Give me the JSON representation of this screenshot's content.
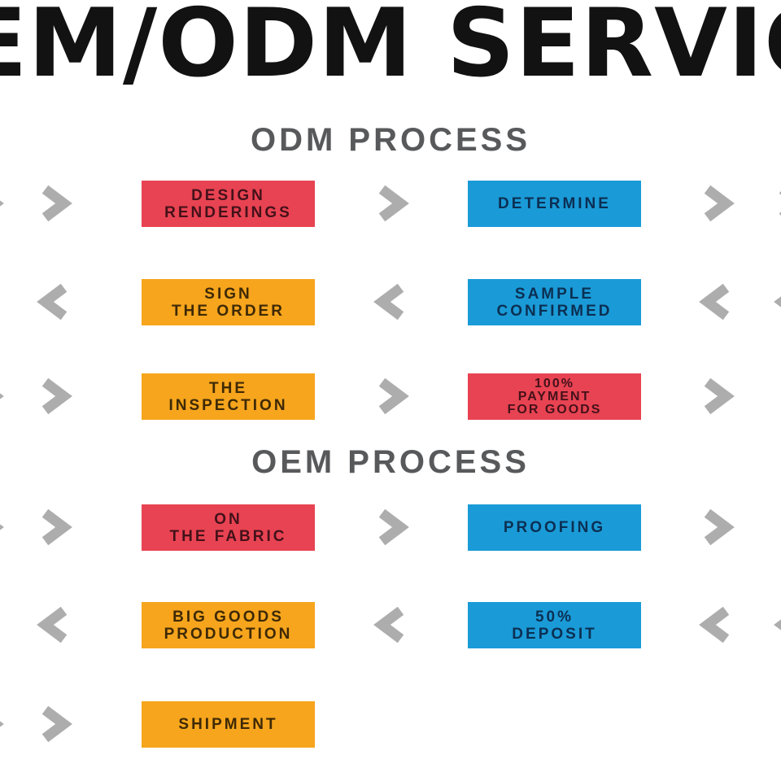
{
  "page": {
    "title": "OEM/ODM SERVICE"
  },
  "colors": {
    "step_red": "#E84352",
    "step_orange": "#F6A51D",
    "step_blue": "#1A9BD7",
    "chevron_gray": "#ADADAD",
    "heading_gray": "#58595B",
    "title_black": "#121212"
  },
  "icons": {
    "chevron_right": "❯",
    "chevron_left": "❮"
  },
  "sections": [
    {
      "heading": "ODM PROCESS",
      "rows": [
        {
          "direction": "right",
          "steps": [
            {
              "label": "DESIGN\nRENDERINGS",
              "color": "red"
            },
            {
              "label": "DETERMINE",
              "color": "blue"
            }
          ]
        },
        {
          "direction": "left",
          "steps": [
            {
              "label": "SIGN\nTHE ORDER",
              "color": "orange"
            },
            {
              "label": "SAMPLE\nCONFIRMED",
              "color": "blue"
            }
          ]
        },
        {
          "direction": "right",
          "steps": [
            {
              "label": "THE\nINSPECTION",
              "color": "orange"
            },
            {
              "label": "100%\nPAYMENT\nFOR GOODS",
              "color": "red"
            }
          ]
        }
      ]
    },
    {
      "heading": "OEM PROCESS",
      "rows": [
        {
          "direction": "right",
          "steps": [
            {
              "label": "ON\nTHE FABRIC",
              "color": "red"
            },
            {
              "label": "PROOFING",
              "color": "blue"
            }
          ]
        },
        {
          "direction": "left",
          "steps": [
            {
              "label": "BIG GOODS\nPRODUCTION",
              "color": "orange"
            },
            {
              "label": "50%\nDEPOSIT",
              "color": "blue"
            }
          ]
        },
        {
          "direction": "right",
          "steps": [
            {
              "label": "SHIPMENT",
              "color": "orange"
            }
          ]
        }
      ]
    }
  ]
}
